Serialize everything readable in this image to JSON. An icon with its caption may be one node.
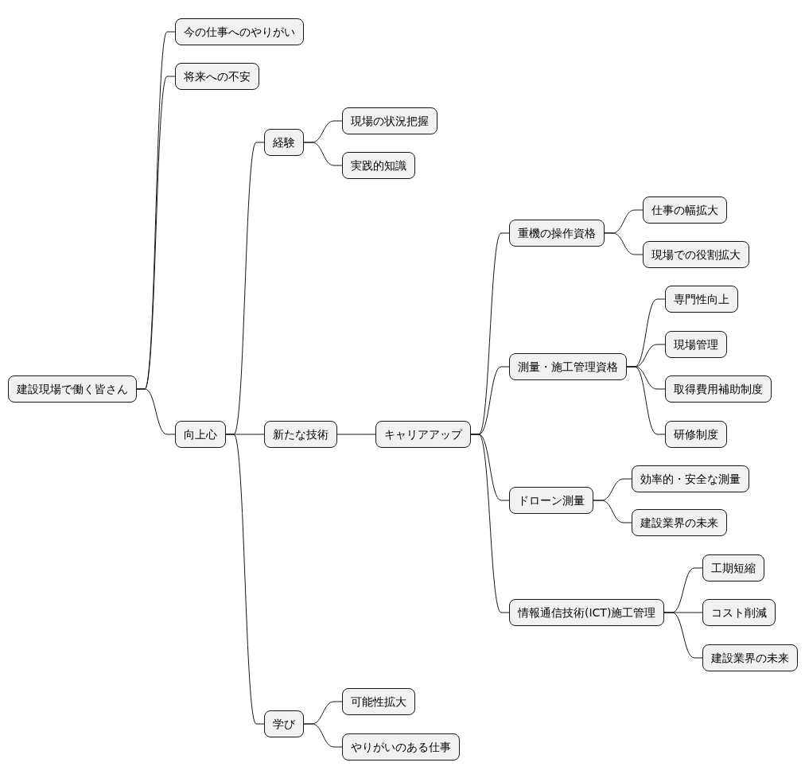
{
  "diagram": {
    "nodes": [
      {
        "text": [
          "建設現場で働く皆さん"
        ]
      },
      {
        "text": [
          "今の仕事へのやりがい"
        ]
      },
      {
        "text": [
          "将来への不安"
        ]
      },
      {
        "text": [
          "向上心"
        ]
      },
      {
        "text": [
          "経験"
        ]
      },
      {
        "text": [
          "現場の状況把握"
        ]
      },
      {
        "text": [
          "実践的知識"
        ]
      },
      {
        "text": [
          "新たな技術"
        ]
      },
      {
        "text": [
          "キャリアアップ"
        ]
      },
      {
        "text": [
          "重機の操作資格"
        ]
      },
      {
        "text": [
          "仕事の幅拡大"
        ]
      },
      {
        "text": [
          "現場での役割拡大"
        ]
      },
      {
        "text": [
          "測量・施工管理資格"
        ]
      },
      {
        "text": [
          "専門性向上"
        ]
      },
      {
        "text": [
          "現場管理"
        ]
      },
      {
        "text": [
          "取得費用補助制度"
        ]
      },
      {
        "text": [
          "研修制度"
        ]
      },
      {
        "text": [
          "ドローン測量"
        ]
      },
      {
        "text": [
          "効率的・安全な測量"
        ]
      },
      {
        "text": [
          "建設業界の未来"
        ]
      },
      {
        "text": [
          "情報通信技術(ICT)施工管理"
        ]
      },
      {
        "text": [
          "工期短縮"
        ]
      },
      {
        "text": [
          "コスト削減"
        ]
      },
      {
        "text": [
          "建設業界の未来"
        ]
      },
      {
        "text": [
          "学び"
        ]
      },
      {
        "text": [
          "可能性拡大"
        ]
      },
      {
        "text": [
          "やりがいのある仕事"
        ]
      }
    ],
    "edges": [
      {
        "from": 0,
        "to": 1,
        "arrow": "none"
      },
      {
        "from": 0,
        "to": 2,
        "arrow": "none"
      },
      {
        "from": 0,
        "to": 3,
        "arrow": "none"
      },
      {
        "from": 3,
        "to": 4,
        "arrow": "none"
      },
      {
        "from": 4,
        "to": 5,
        "arrow": "none"
      },
      {
        "from": 4,
        "to": 6,
        "arrow": "none"
      },
      {
        "from": 3,
        "to": 7,
        "arrow": "none"
      },
      {
        "from": 7,
        "to": 8,
        "arrow": "none"
      },
      {
        "from": 8,
        "to": 9,
        "arrow": "none"
      },
      {
        "from": 9,
        "to": 10,
        "arrow": "none"
      },
      {
        "from": 9,
        "to": 11,
        "arrow": "none"
      },
      {
        "from": 8,
        "to": 12,
        "arrow": "none"
      },
      {
        "from": 12,
        "to": 13,
        "arrow": "none"
      },
      {
        "from": 12,
        "to": 14,
        "arrow": "none"
      },
      {
        "from": 12,
        "to": 15,
        "arrow": "none"
      },
      {
        "from": 12,
        "to": 16,
        "arrow": "none"
      },
      {
        "from": 8,
        "to": 17,
        "arrow": "none"
      },
      {
        "from": 17,
        "to": 18,
        "arrow": "none"
      },
      {
        "from": 17,
        "to": 19,
        "arrow": "none"
      },
      {
        "from": 8,
        "to": 20,
        "arrow": "none"
      },
      {
        "from": 20,
        "to": 21,
        "arrow": "none"
      },
      {
        "from": 20,
        "to": 22,
        "arrow": "none"
      },
      {
        "from": 20,
        "to": 23,
        "arrow": "none"
      },
      {
        "from": 3,
        "to": 24,
        "arrow": "none"
      },
      {
        "from": 24,
        "to": 25,
        "arrow": "none"
      },
      {
        "from": 24,
        "to": 26,
        "arrow": "none"
      }
    ]
  }
}
